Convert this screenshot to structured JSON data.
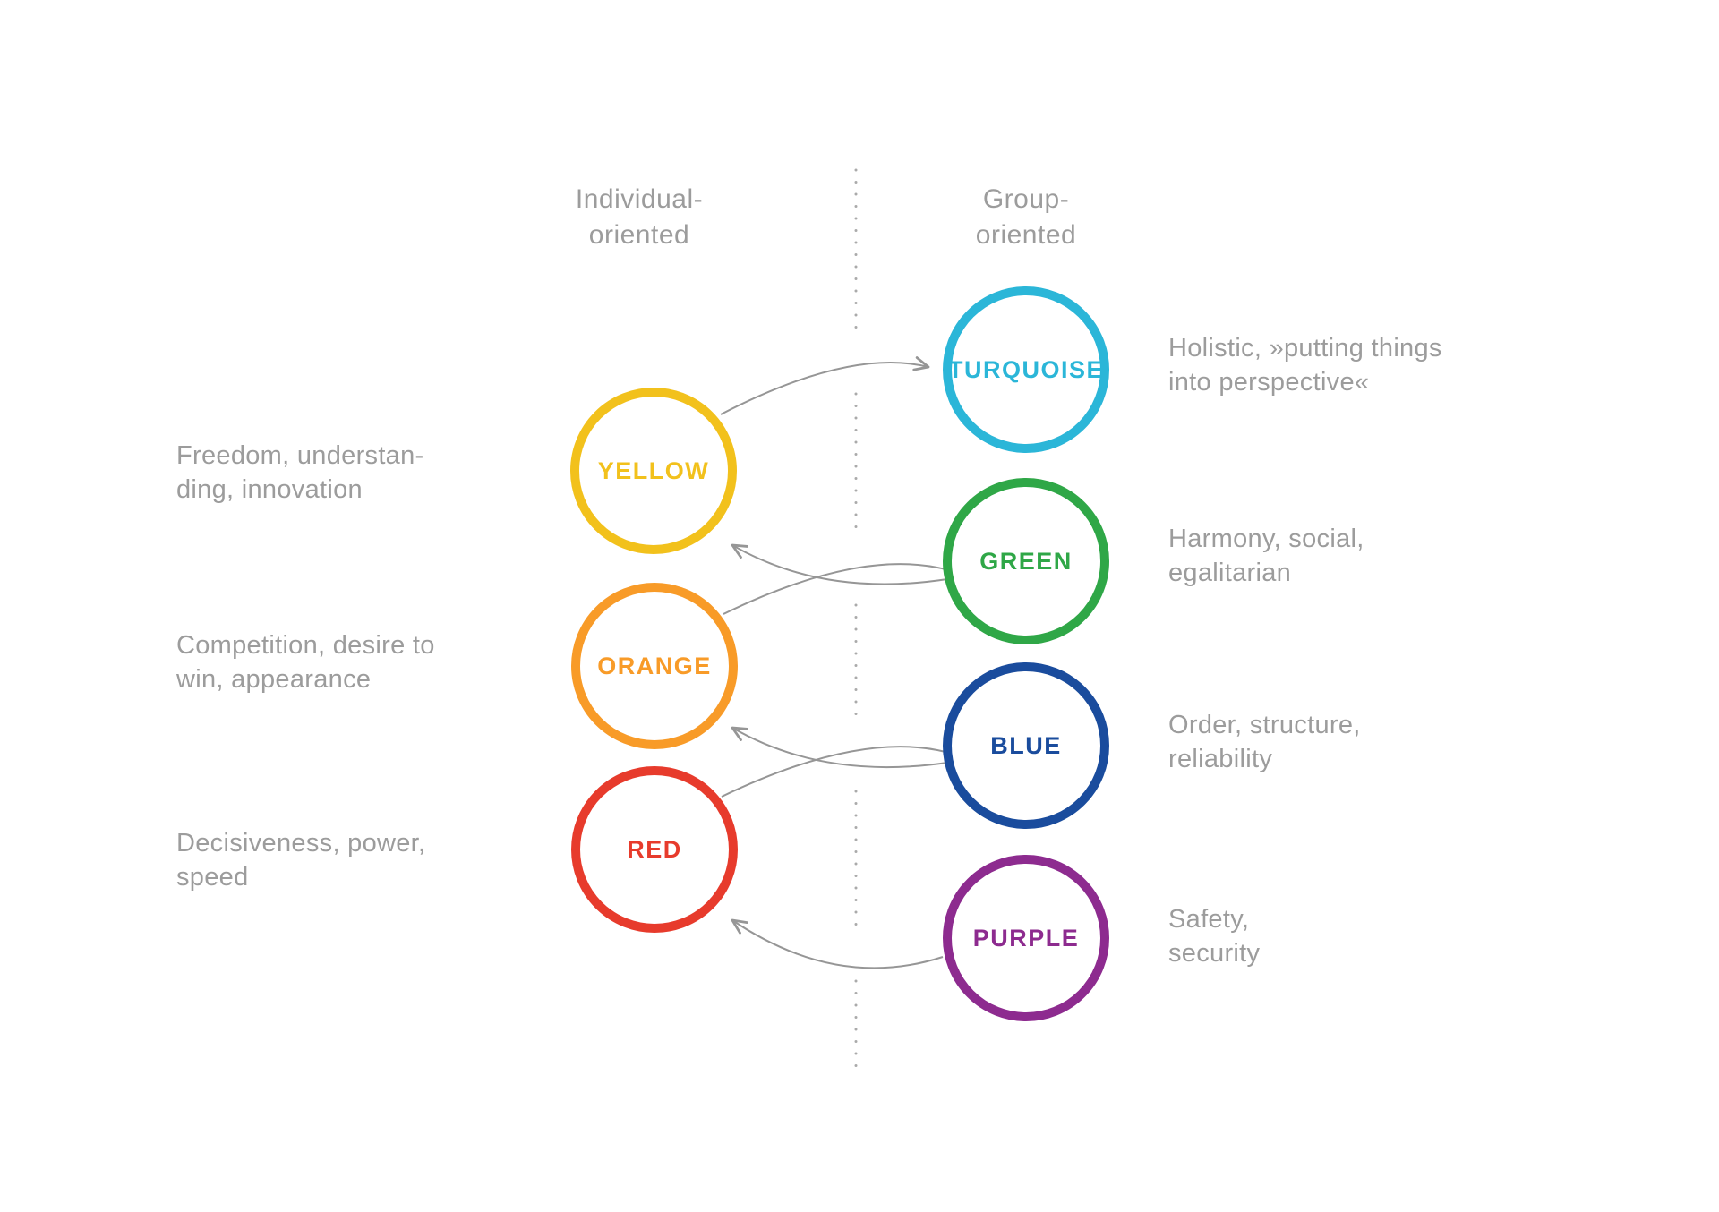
{
  "columns": {
    "individual": {
      "line1": "Individual-",
      "line2": "oriented"
    },
    "group": {
      "line1": "Group-",
      "line2": "oriented"
    }
  },
  "levels": {
    "turquoise": {
      "label": "TURQUOISE",
      "color": "#2bb6d8",
      "description_line1": "Holistic, »putting things",
      "description_line2": "into perspective«"
    },
    "green": {
      "label": "GREEN",
      "color": "#2fa747",
      "description_line1": "Harmony, social,",
      "description_line2": "egalitarian"
    },
    "blue": {
      "label": "BLUE",
      "color": "#1a4c9d",
      "description_line1": "Order, structure,",
      "description_line2": "reliability"
    },
    "purple": {
      "label": "PURPLE",
      "color": "#8d2b8f",
      "description_line1": "Safety,",
      "description_line2": "security"
    },
    "yellow": {
      "label": "YELLOW",
      "color": "#f2c11c",
      "description_line1": "Freedom, understan-",
      "description_line2": "ding, innovation"
    },
    "orange": {
      "label": "ORANGE",
      "color": "#f89b28",
      "description_line1": "Competition, desire to",
      "description_line2": "win, appearance"
    },
    "red": {
      "label": "RED",
      "color": "#e73b2c",
      "description_line1": "Decisiveness, power,",
      "description_line2": "speed"
    }
  },
  "connections": [
    {
      "from": "yellow",
      "to": "turquoise",
      "arrowhead": true
    },
    {
      "from": "green",
      "to": "yellow",
      "arrowhead": true
    },
    {
      "from": "orange",
      "to": "green",
      "arrowhead": false
    },
    {
      "from": "blue",
      "to": "orange",
      "arrowhead": true
    },
    {
      "from": "red",
      "to": "blue",
      "arrowhead": false
    },
    {
      "from": "purple",
      "to": "red",
      "arrowhead": true
    }
  ],
  "style_colors": {
    "annotation_text_gray": "#9c9c9c",
    "arrow_gray": "#969696",
    "dotted_divider_gray": "#aaaaaa",
    "background": "#ffffff"
  }
}
